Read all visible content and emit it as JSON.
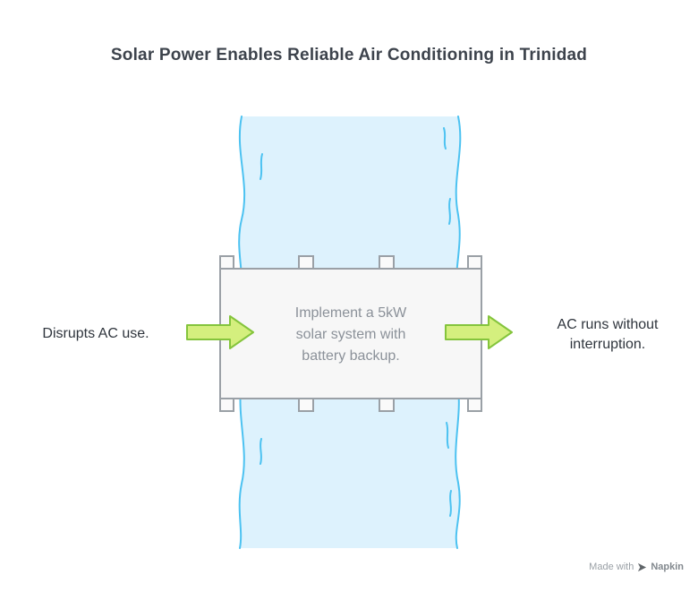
{
  "title": "Solar Power Enables Reliable Air Conditioning in Trinidad",
  "flow": {
    "left_label": "Disrupts AC use.",
    "center_label": "Implement a 5kW solar system with battery backup.",
    "right_label": "AC runs without interruption."
  },
  "footer": {
    "made_with": "Made with",
    "brand": "Napkin"
  },
  "colors": {
    "river_fill": "#ddf2fd",
    "river_stroke": "#4cc2f1",
    "arrow_fill": "#d4ef7e",
    "arrow_stroke": "#84c43c",
    "box_fill": "#f7f7f7",
    "box_stroke": "#9aa0a6",
    "title_color": "#3d434c",
    "text_dark": "#2f353d",
    "text_gray": "#8b9199",
    "footer_gray": "#9aa0a6"
  }
}
